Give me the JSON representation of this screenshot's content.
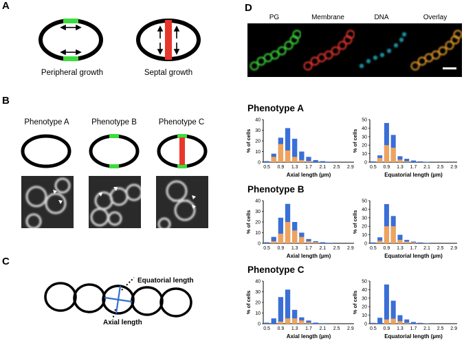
{
  "panels": {
    "A": {
      "letter": "A",
      "captions": [
        "Peripheral growth",
        "Septal growth"
      ]
    },
    "B": {
      "letter": "B",
      "phenotypes": [
        "Phenotype A",
        "Phenotype B",
        "Phenotype C"
      ]
    },
    "C": {
      "letter": "C",
      "equatorial_label": "Equatorial length",
      "axial_label": "Axial length"
    },
    "D": {
      "letter": "D",
      "channels": [
        "PG",
        "Membrane",
        "DNA",
        "Overlay"
      ]
    }
  },
  "colors": {
    "green": "#3ddc3d",
    "red": "#e8362b",
    "blue": "#3a6fd6",
    "orange": "#f0a35c",
    "cyan": "#1fa7b8"
  },
  "chart_data": [
    {
      "type": "bar",
      "title": "Phenotype A",
      "xlabel": "Axial length (µm)",
      "ylabel": "% of cells",
      "x": [
        0.5,
        0.7,
        0.9,
        1.1,
        1.3,
        1.5,
        1.7,
        1.9,
        2.1,
        2.3,
        2.5,
        2.7,
        2.9
      ],
      "xticks": [
        "0.5",
        "0.9",
        "1.3",
        "1.7",
        "2.1",
        "2.5",
        "2.9"
      ],
      "ylim": [
        0,
        40
      ],
      "yticks": [
        0,
        10,
        20,
        30,
        40
      ],
      "series": [
        {
          "color": "#3a6fd6",
          "values": [
            1,
            8,
            23,
            32,
            22,
            10,
            5,
            2,
            1,
            0.5,
            0,
            0,
            0
          ]
        },
        {
          "color": "#f0a35c",
          "values": [
            0,
            5,
            17,
            11,
            5,
            2,
            1,
            0,
            0,
            0,
            0,
            0,
            0
          ]
        }
      ]
    },
    {
      "type": "bar",
      "title": "",
      "xlabel": "Equatorial length (µm)",
      "ylabel": "% of cells",
      "x": [
        0.5,
        0.7,
        0.9,
        1.1,
        1.3,
        1.5,
        1.7,
        1.9,
        2.1,
        2.3,
        2.5,
        2.7,
        2.9
      ],
      "xticks": [
        "0.5",
        "0.9",
        "1.3",
        "1.7",
        "2.1",
        "2.5",
        "2.9"
      ],
      "ylim": [
        0,
        50
      ],
      "yticks": [
        0,
        10,
        20,
        30,
        40,
        50
      ],
      "series": [
        {
          "color": "#3a6fd6",
          "values": [
            1,
            8,
            46,
            32,
            7,
            4,
            2,
            1,
            0.5,
            0,
            0,
            0,
            0
          ]
        },
        {
          "color": "#f0a35c",
          "values": [
            0,
            5,
            20,
            17,
            3,
            1,
            0,
            0,
            0,
            0,
            0,
            0,
            0
          ]
        }
      ]
    },
    {
      "type": "bar",
      "title": "Phenotype B",
      "xlabel": "Axial length (µm)",
      "ylabel": "% of cells",
      "x": [
        0.5,
        0.7,
        0.9,
        1.1,
        1.3,
        1.5,
        1.7,
        1.9,
        2.1,
        2.3,
        2.5,
        2.7,
        2.9
      ],
      "xticks": [
        "0.5",
        "0.9",
        "1.3",
        "1.7",
        "2.1",
        "2.5",
        "2.9"
      ],
      "ylim": [
        0,
        40
      ],
      "yticks": [
        0,
        10,
        20,
        30,
        40
      ],
      "series": [
        {
          "color": "#3a6fd6",
          "values": [
            1,
            6,
            24,
            37,
            20,
            10,
            4,
            2,
            1,
            0.5,
            0,
            0,
            0
          ]
        },
        {
          "color": "#f0a35c",
          "values": [
            0,
            2,
            9,
            20,
            12,
            6,
            2,
            1,
            0,
            0,
            0,
            0,
            0
          ]
        }
      ]
    },
    {
      "type": "bar",
      "title": "",
      "xlabel": "Equatorial length (µm)",
      "ylabel": "% of cells",
      "x": [
        0.5,
        0.7,
        0.9,
        1.1,
        1.3,
        1.5,
        1.7,
        1.9,
        2.1,
        2.3,
        2.5,
        2.7,
        2.9
      ],
      "xticks": [
        "0.5",
        "0.9",
        "1.3",
        "1.7",
        "2.1",
        "2.5",
        "2.9"
      ],
      "ylim": [
        0,
        50
      ],
      "yticks": [
        0,
        10,
        20,
        30,
        40,
        50
      ],
      "series": [
        {
          "color": "#3a6fd6",
          "values": [
            1,
            7,
            46,
            32,
            10,
            4,
            2,
            1,
            0.5,
            0,
            0,
            0,
            0
          ]
        },
        {
          "color": "#f0a35c",
          "values": [
            0,
            3,
            20,
            20,
            4,
            2,
            1,
            0,
            0,
            0,
            0,
            0,
            0
          ]
        }
      ]
    },
    {
      "type": "bar",
      "title": "Phenotype C",
      "xlabel": "Axial length (µm)",
      "ylabel": "% of cells",
      "x": [
        0.5,
        0.7,
        0.9,
        1.1,
        1.3,
        1.5,
        1.7,
        1.9,
        2.1,
        2.3,
        2.5,
        2.7,
        2.9
      ],
      "xticks": [
        "0.5",
        "0.9",
        "1.3",
        "1.7",
        "2.1",
        "2.5",
        "2.9"
      ],
      "ylim": [
        0,
        40
      ],
      "yticks": [
        0,
        10,
        20,
        30,
        40
      ],
      "series": [
        {
          "color": "#3a6fd6",
          "values": [
            1,
            5,
            25,
            32,
            13,
            6,
            3,
            1,
            0.5,
            0,
            0,
            0,
            0
          ]
        },
        {
          "color": "#f0a35c",
          "values": [
            0,
            0,
            2,
            5,
            5,
            3,
            1,
            0,
            0,
            0,
            0,
            0,
            0
          ]
        }
      ]
    },
    {
      "type": "bar",
      "title": "",
      "xlabel": "Equatorial length (µm)",
      "ylabel": "% of cells",
      "x": [
        0.5,
        0.7,
        0.9,
        1.1,
        1.3,
        1.5,
        1.7,
        1.9,
        2.1,
        2.3,
        2.5,
        2.7,
        2.9
      ],
      "xticks": [
        "0.5",
        "0.9",
        "1.3",
        "1.7",
        "2.1",
        "2.5",
        "2.9"
      ],
      "ylim": [
        0,
        50
      ],
      "yticks": [
        0,
        10,
        20,
        30,
        40,
        50
      ],
      "series": [
        {
          "color": "#3a6fd6",
          "values": [
            1,
            7,
            46,
            27,
            10,
            5,
            2,
            1,
            0.5,
            0,
            0,
            0,
            0
          ]
        },
        {
          "color": "#f0a35c",
          "values": [
            0,
            0,
            5,
            6,
            3,
            1,
            0,
            0,
            0,
            0,
            0,
            0,
            0
          ]
        }
      ]
    }
  ]
}
